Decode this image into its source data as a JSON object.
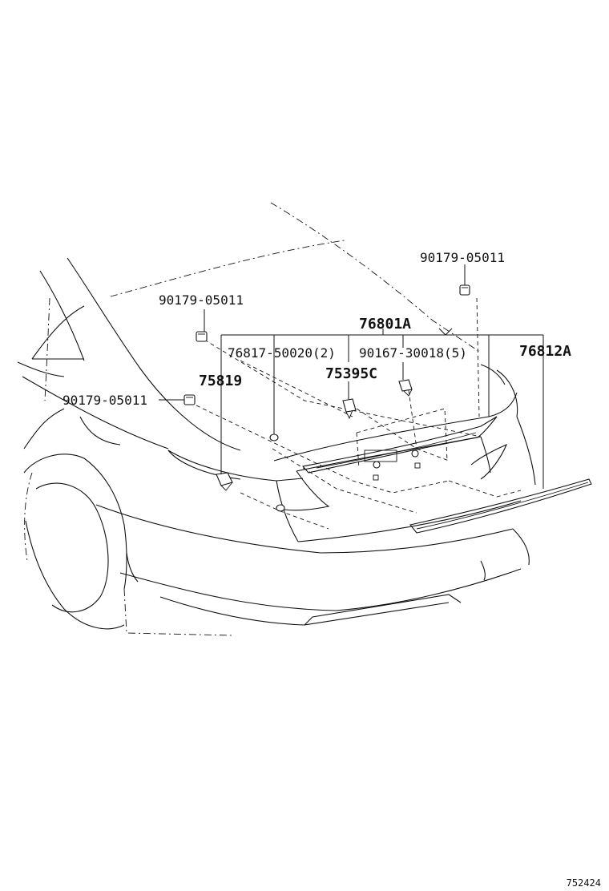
{
  "diagram": {
    "figure_id": "752424",
    "callouts": [
      {
        "id": "c1",
        "text": "90179-05011"
      },
      {
        "id": "c2",
        "text": "90179-05011"
      },
      {
        "id": "c3",
        "text": "90179-05011"
      },
      {
        "id": "c4",
        "text": "76801A"
      },
      {
        "id": "c5",
        "text": "76817-50020(2)"
      },
      {
        "id": "c6",
        "text": "90167-30018(5)"
      },
      {
        "id": "c7",
        "text": "76812A"
      },
      {
        "id": "c8",
        "text": "75819"
      },
      {
        "id": "c9",
        "text": "75395C"
      }
    ]
  }
}
